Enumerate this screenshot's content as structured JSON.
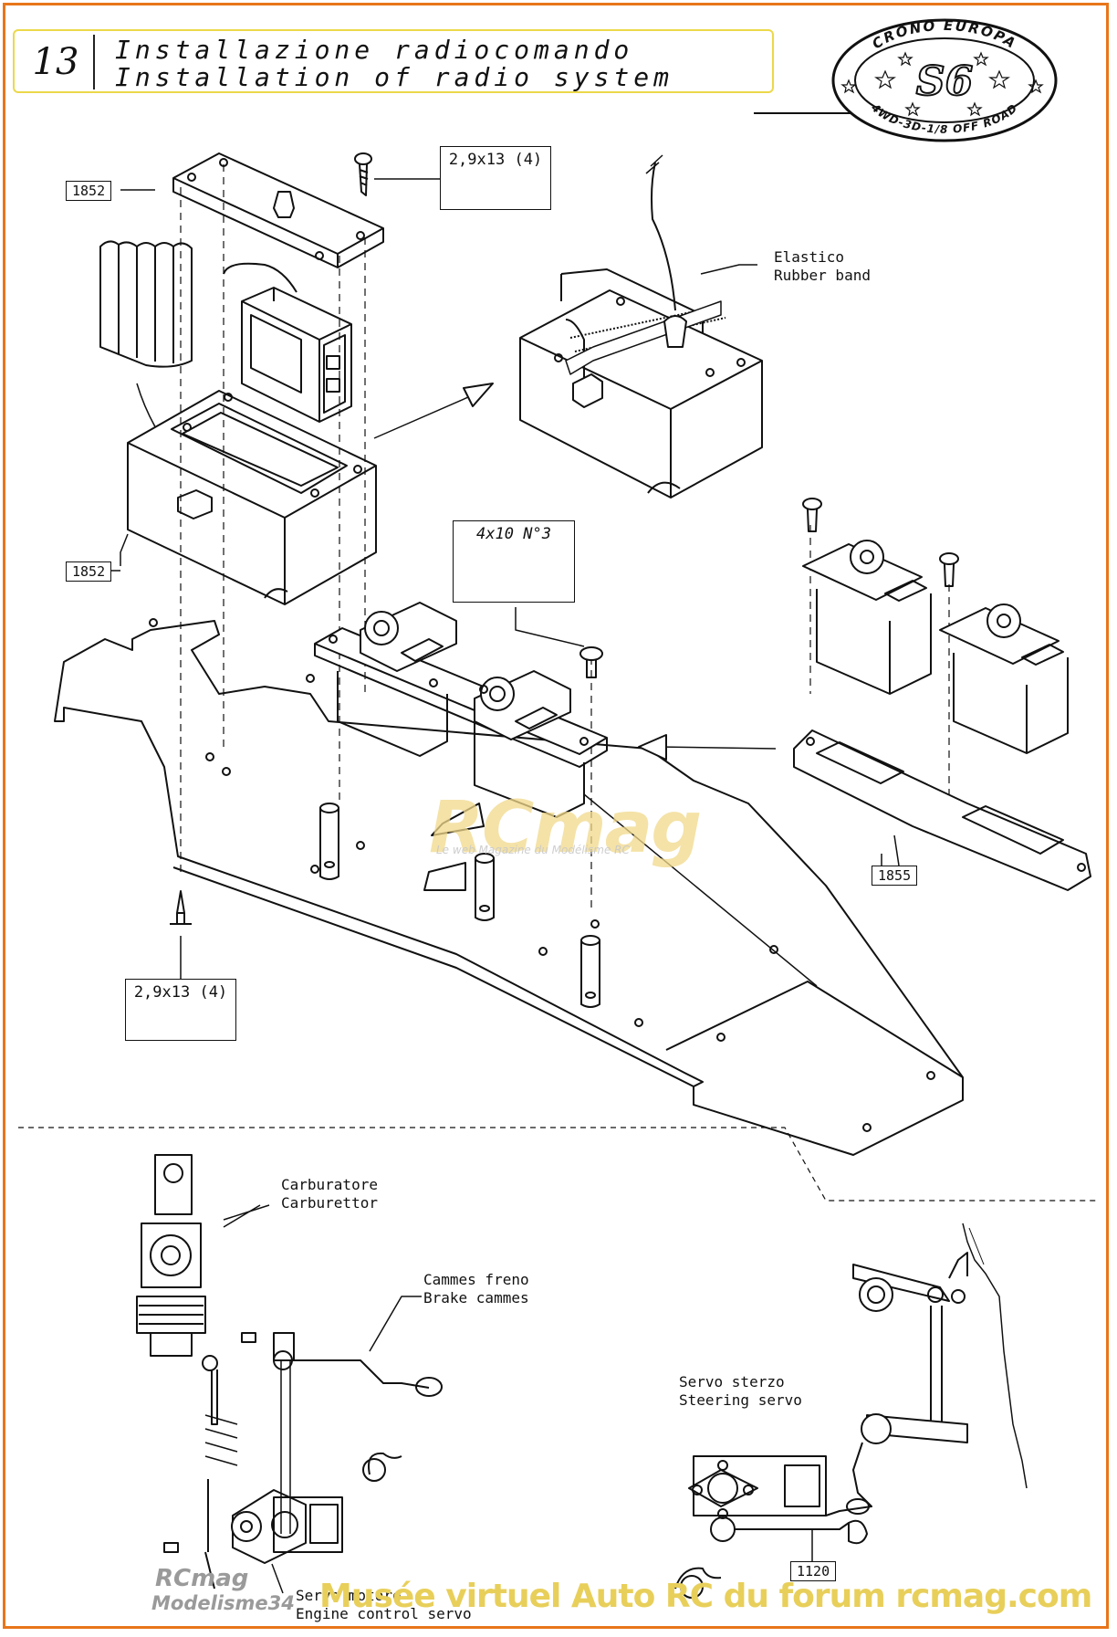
{
  "header": {
    "page_number": "13",
    "title_it": "Installazione radiocomando",
    "title_en": "Installation of radio system"
  },
  "logo": {
    "top_text": "CRONO EUROPA",
    "center_text": "S6",
    "bottom_text": "4WD-3D-1/8 OFF ROAD"
  },
  "parts": {
    "box_lid": "1852",
    "box_body": "1852",
    "servo_plate": "1855",
    "steering_arm": "1120"
  },
  "callouts": {
    "screw_top": "2,9x13 (4)",
    "screw_servo": "4x10 N°3",
    "screw_bottom": "2,9x13 (4)"
  },
  "labels": {
    "rubber_band_it": "Elastico",
    "rubber_band_en": "Rubber band",
    "carb_it": "Carburatore",
    "carb_en": "Carburettor",
    "brake_it": "Cammes freno",
    "brake_en": "Brake cammes",
    "steer_it": "Servo sterzo",
    "steer_en": "Steering servo",
    "engine_it": "Servo motore",
    "engine_en": "Engine control servo"
  },
  "watermarks": {
    "center_logo": "RCmag",
    "center_sub": "Le web Magazine du Modélisme RC",
    "bottom_site": "Musée virtuel Auto RC du forum rcmag.com",
    "corner_line1": "RCmag",
    "corner_line2": "Modelisme34"
  },
  "colors": {
    "frame": "#e8761a",
    "header_border": "#ecd84a",
    "watermark": "#e8cf5a"
  }
}
